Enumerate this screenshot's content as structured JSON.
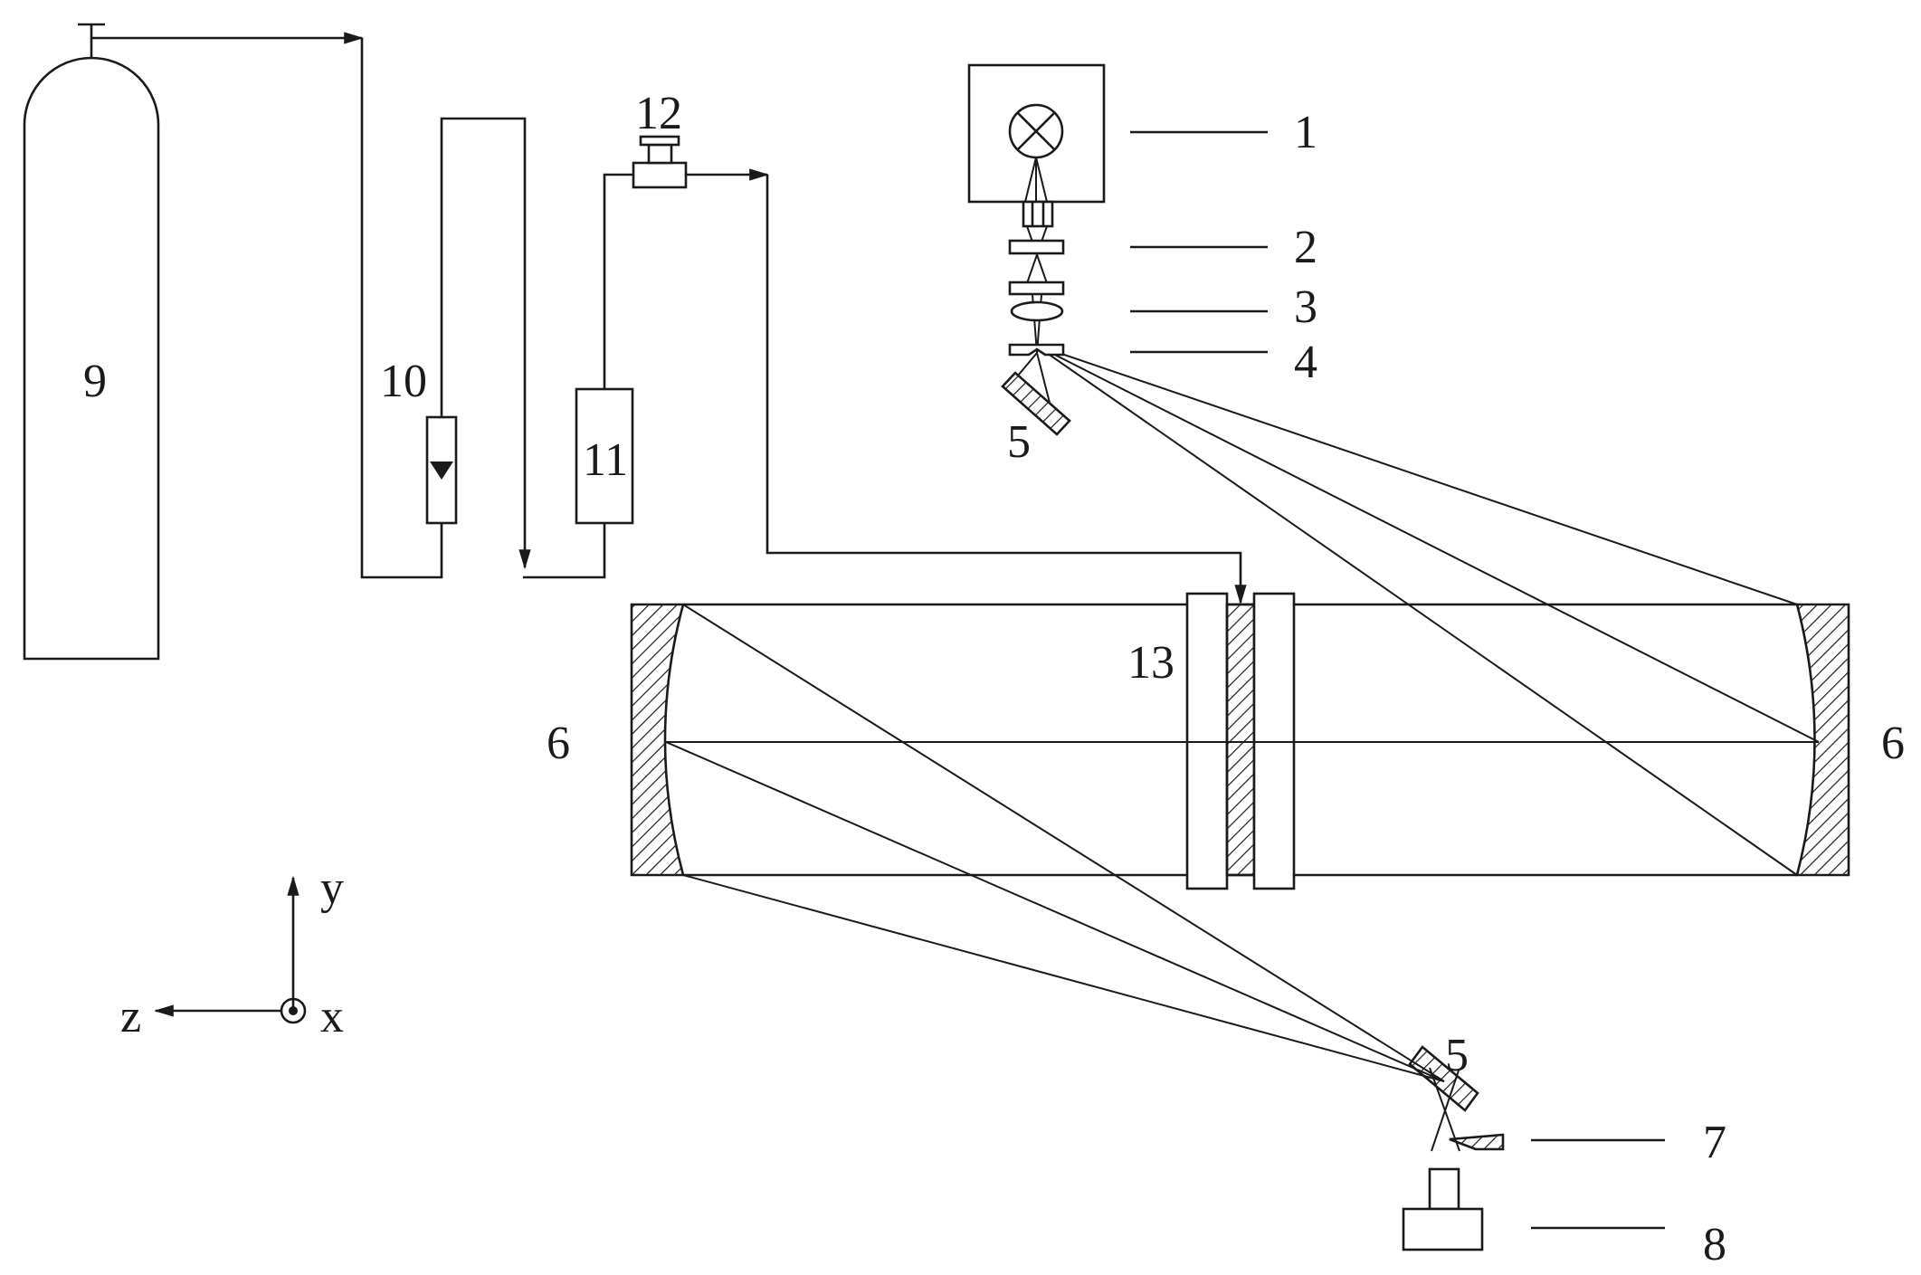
{
  "labels": {
    "source": "1",
    "filter_2": "2",
    "lens_3": "3",
    "aperture_4": "4",
    "mirror_5_top": "5",
    "mirror_5_bottom": "5",
    "mirror_6_left": "6",
    "mirror_6_right": "6",
    "element_7": "7",
    "detector_8": "8",
    "gas_cylinder": "9",
    "flowmeter": "10",
    "component_11": "11",
    "valve_12": "12",
    "cell_13": "13"
  },
  "axes": {
    "y": "y",
    "z": "z",
    "x": "x"
  }
}
